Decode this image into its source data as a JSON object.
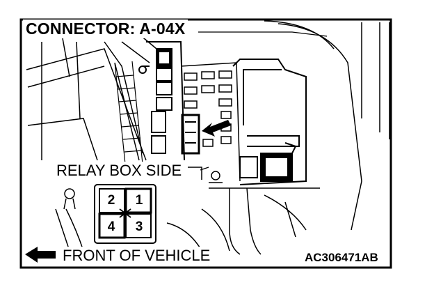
{
  "diagram": {
    "title": "CONNECTOR: A-04X",
    "relay_box_label": "RELAY BOX SIDE",
    "front_label": "FRONT OF VEHICLE",
    "figure_code": "AC306471AB",
    "pins": {
      "top_left": "2",
      "top_right": "1",
      "bottom_left": "4",
      "bottom_right": "3"
    },
    "icons": [
      "front-arrow-icon",
      "location-arrow-icon"
    ]
  }
}
